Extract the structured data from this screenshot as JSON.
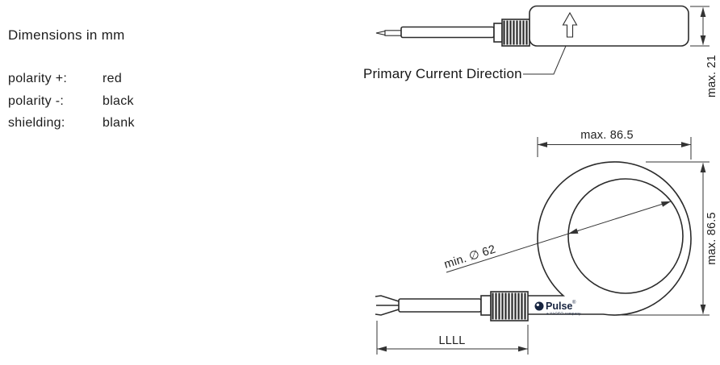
{
  "colors": {
    "ink": "#1c1c1c",
    "line": "#2b2b2b",
    "logo": "#16233f"
  },
  "notes": {
    "title": "Dimensions in mm",
    "rows": [
      {
        "label": "polarity +:",
        "value": "red"
      },
      {
        "label": "polarity -:",
        "value": "black"
      },
      {
        "label": "shielding:",
        "value": "blank"
      }
    ]
  },
  "side_view": {
    "primary_current_label": "Primary Current Direction",
    "dim_height": "max. 21"
  },
  "front_view": {
    "dim_width": "max. 86.5",
    "dim_height": "max. 86.5",
    "dim_inner_diameter": "min. ∅ 62",
    "dim_cable_length": "LLLL",
    "logo_text": "Pulse",
    "logo_reg": "®",
    "logo_subtext": "a YAGEO company"
  }
}
